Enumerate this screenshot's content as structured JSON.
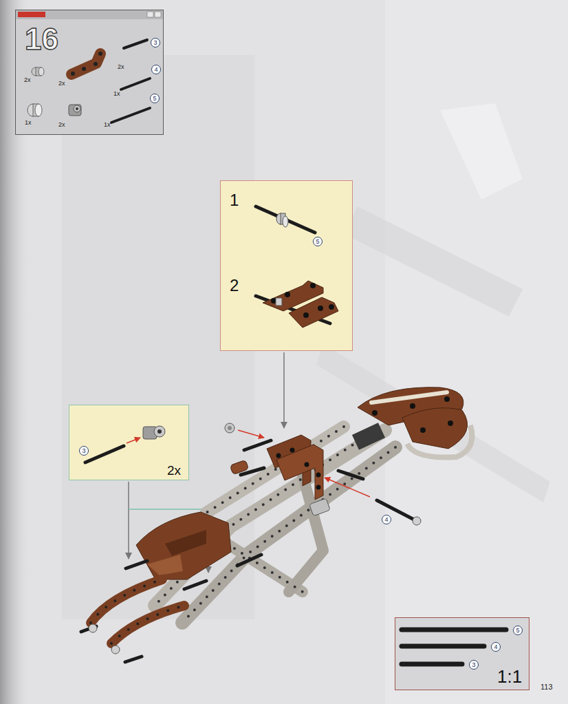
{
  "diagram": {
    "nodes": [
      {
        "text": [
          "16",
          "2x",
          "2x",
          "2x",
          "3",
          "1x",
          "4",
          "1x",
          "2x",
          "1x",
          "5"
        ]
      },
      {
        "text": [
          "1",
          "5",
          "2"
        ]
      },
      {
        "text": [
          "3",
          "2x"
        ]
      },
      {
        "text": [
          "5",
          "4",
          "3",
          "1:1"
        ]
      }
    ],
    "labels": [
      "4",
      "113"
    ]
  }
}
